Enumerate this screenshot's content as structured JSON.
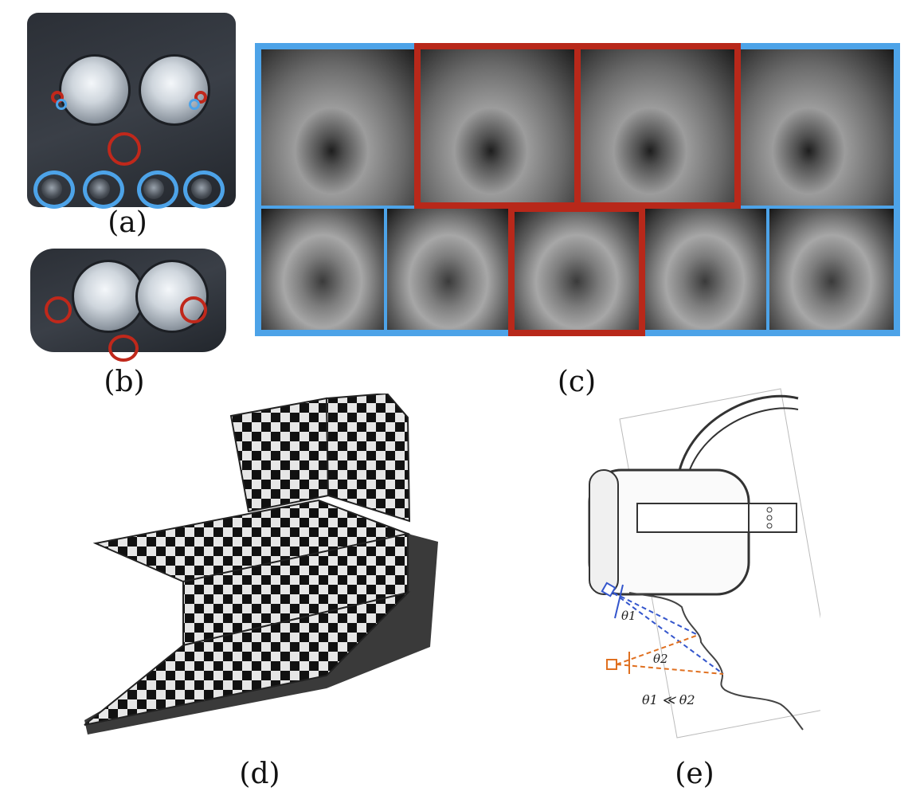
{
  "captions": {
    "a": "(a)",
    "b": "(b)",
    "c": "(c)",
    "d": "(d)",
    "e": "(e)"
  },
  "diagram_e": {
    "theta1": "θ1",
    "theta2": "θ2",
    "relation": "θ1 ≪ θ2"
  },
  "colors": {
    "red_marker": "#c0281b",
    "blue_marker": "#4da3e8",
    "blue_camera": "#3355cc",
    "orange_camera": "#e07020"
  }
}
